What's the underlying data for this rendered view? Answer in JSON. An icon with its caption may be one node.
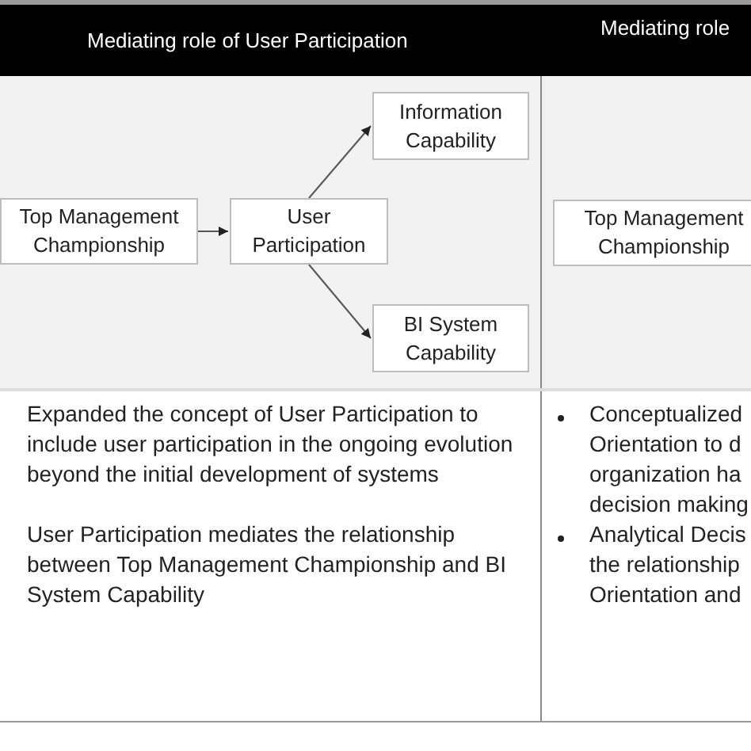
{
  "diagram": {
    "nodes": [
      {
        "text": [
          "Top Management Championship"
        ]
      },
      {
        "text": [
          "User Participation"
        ]
      },
      {
        "text": [
          "Information Capability"
        ]
      },
      {
        "text": [
          "BI System Capability"
        ]
      },
      {
        "text": [
          "Top Management Championship"
        ]
      }
    ],
    "edges": [
      {
        "from": 0,
        "to": 1,
        "arrow": "to"
      },
      {
        "from": 1,
        "to": 2,
        "arrow": "to"
      },
      {
        "from": 1,
        "to": 3,
        "arrow": "to"
      }
    ],
    "labels": [
      "Mediating role of User Participation",
      "Mediating role",
      "Expanded the concept of User Participation to include user participation in the ongoing evolution beyond the initial development of systems",
      "User Participation mediates the relationship between Top Management Championship and BI System Capability",
      "Conceptualized Orientation to d organization ha decision making",
      "Analytical Decis the relationship Orientation and"
    ]
  }
}
